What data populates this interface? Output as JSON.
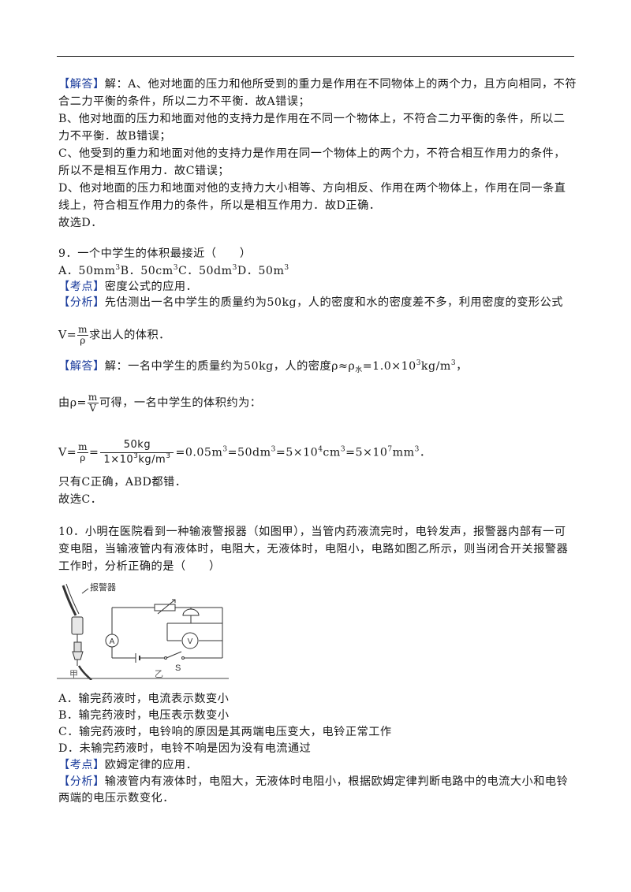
{
  "q8_solution": {
    "tag": "【解答】",
    "l1": "解：A、他对地面的压力和他所受到的重力是作用在不同物体上的两个力，且方向相同，不符",
    "l2": "合二力平衡的条件，所以二力不平衡．故A错误；",
    "l3": "B、他对地面的压力和地面对他的支持力是作用在不同一个物体上，不符合二力平衡的条件，所以二",
    "l4": "力不平衡．故B错误；",
    "l5": "C、他受到的重力和地面对他的支持力是作用在同一个物体上的两个力，不符合相互作用力的条件，",
    "l6": "所以不是相互作用力．故C错误；",
    "l7": "D、他对地面的压力和地面对他的支持力大小相等、方向相反、作用在两个物体上，作用在同一条直",
    "l8": "线上，符合相互作用力的条件，所以是相互作用力．故D正确．",
    "l9": "故选D．"
  },
  "q9": {
    "stem": "9．一个中学生的体积最接近（　　）",
    "opt_a": "A．50mm",
    "opt_b": "B．50cm",
    "opt_c": "C．50dm",
    "opt_d": "D．50m",
    "exp": "3",
    "kaodian_tag": "【考点】",
    "kaodian": "密度公式的应用．",
    "fenxi_tag": "【分析】",
    "fenxi1": "先估测出一名中学生的质量约为50kg，人的密度和水的密度差不多，利用密度的变形公式",
    "fenxi2_pre": "V=",
    "frac_m": "m",
    "frac_rho": "ρ",
    "frac_v": "V",
    "fenxi2_post": "求出人的体积．",
    "jieda_tag": "【解答】",
    "jieda1_pre": "解：一名中学生的质量约为50kg，人的密度ρ≈ρ",
    "jieda1_sub": "水",
    "jieda1_mid": "=1.0×10",
    "jieda1_exp": "3",
    "jieda1_post": "kg/m",
    "jieda2_pre": "由ρ=",
    "jieda2_post": "可得，一名中学生的体积约为：",
    "calc_pre": "V=",
    "calc_eq": "=",
    "calc_num": "50kg",
    "calc_den_a": "1×10",
    "calc_den_b": "kg/m",
    "calc_r1": "=0.05m",
    "calc_r2": "=50dm",
    "calc_r3": "=5×10",
    "calc_r3e": "4",
    "calc_r4": "cm",
    "calc_r5": "=5×10",
    "calc_r5e": "7",
    "calc_r6": "mm",
    "calc_end": "．",
    "only": "只有C正确，ABD都错．",
    "choose": "故选C．"
  },
  "q10": {
    "stem1": "10．小明在医院看到一种输液警报器（如图甲），当管内药液流完时，电铃发声，报警器内部有一可",
    "stem2": "变电阻，当输液管内有液体时，电阻大，无液体时，电阻小，电路如图乙所示，则当闭合开关报警器",
    "stem3": "工作时，分析正确的是（　　）",
    "fig_label_alarm": "报警器",
    "fig_label_a": "A",
    "fig_label_v": "V",
    "fig_label_s": "S",
    "fig_label_jia": "甲",
    "fig_label_yi": "乙",
    "opt_a": "A．输完药液时，电流表示数变小",
    "opt_b": "B．输完药液时，电压表示数变小",
    "opt_c": "C．输完药液时，电铃响的原因是其两端电压变大，电铃正常工作",
    "opt_d": "D．未输完药液时，电铃不响是因为没有电流通过",
    "kaodian_tag": "【考点】",
    "kaodian": "欧姆定律的应用．",
    "fenxi_tag": "【分析】",
    "fenxi1": "输液管内有液体时，电阻大，无液体时电阻小，根据欧姆定律判断电路中的电流大小和电铃",
    "fenxi2": "两端的电压示数变化．"
  }
}
